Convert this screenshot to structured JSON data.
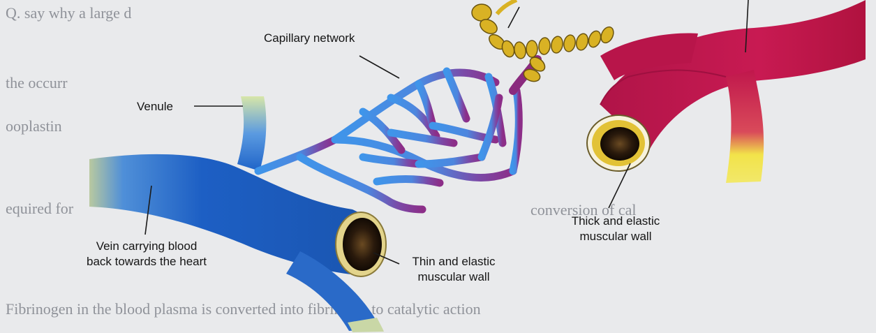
{
  "labels": {
    "capillary_network": "Capillary network",
    "venule": "Venule",
    "vein_line1": "Vein carrying blood",
    "vein_line2": "back towards the heart",
    "thin_wall_line1": "Thin and elastic",
    "thin_wall_line2": "muscular wall",
    "thick_wall_line1": "Thick and elastic",
    "thick_wall_line2": "muscular wall"
  },
  "colors": {
    "page_background": "#e9eaec",
    "vein": "#1f63c8",
    "capillary_venous": "#3d8fe6",
    "capillary_arterial": "#8a3b9c",
    "artery": "#c0174c",
    "wall_ring": "#d6c36a",
    "nerve": "#d9b224"
  }
}
